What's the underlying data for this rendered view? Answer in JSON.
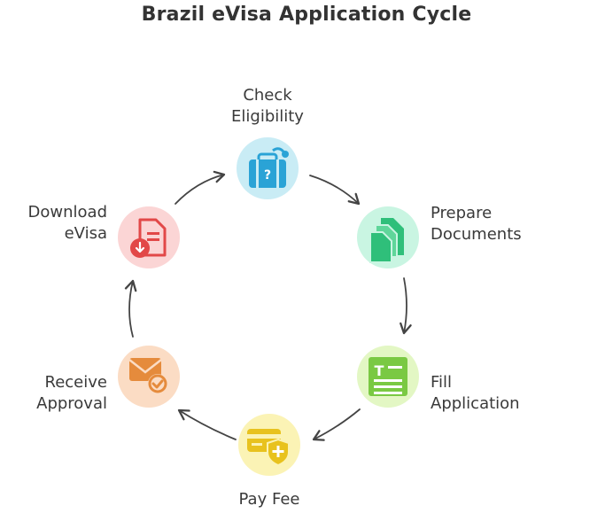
{
  "title": "Brazil eVisa Application Cycle",
  "steps": [
    {
      "id": "check-eligibility",
      "lines": [
        "Check",
        "Eligibility"
      ],
      "icon": "suitcase-question-icon",
      "circle_color": "#c9ecf5",
      "icon_color": "#2aa3d6"
    },
    {
      "id": "prepare-documents",
      "lines": [
        "Prepare",
        "Documents"
      ],
      "icon": "documents-stack-icon",
      "circle_color": "#c9f5e2",
      "icon_color": "#2fbf7a"
    },
    {
      "id": "fill-application",
      "lines": [
        "Fill",
        "Application"
      ],
      "icon": "text-form-icon",
      "circle_color": "#e3f7c4",
      "icon_color": "#7ac943"
    },
    {
      "id": "pay-fee",
      "lines": [
        "Pay Fee"
      ],
      "icon": "card-shield-icon",
      "circle_color": "#fbf3b5",
      "icon_color": "#e8c21e"
    },
    {
      "id": "receive-approval",
      "lines": [
        "Receive",
        "Approval"
      ],
      "icon": "envelope-check-icon",
      "circle_color": "#fbdcc4",
      "icon_color": "#e58b3c"
    },
    {
      "id": "download-evisa",
      "lines": [
        "Download",
        "eVisa"
      ],
      "icon": "document-download-icon",
      "circle_color": "#fbd5d5",
      "icon_color": "#e24848"
    }
  ]
}
